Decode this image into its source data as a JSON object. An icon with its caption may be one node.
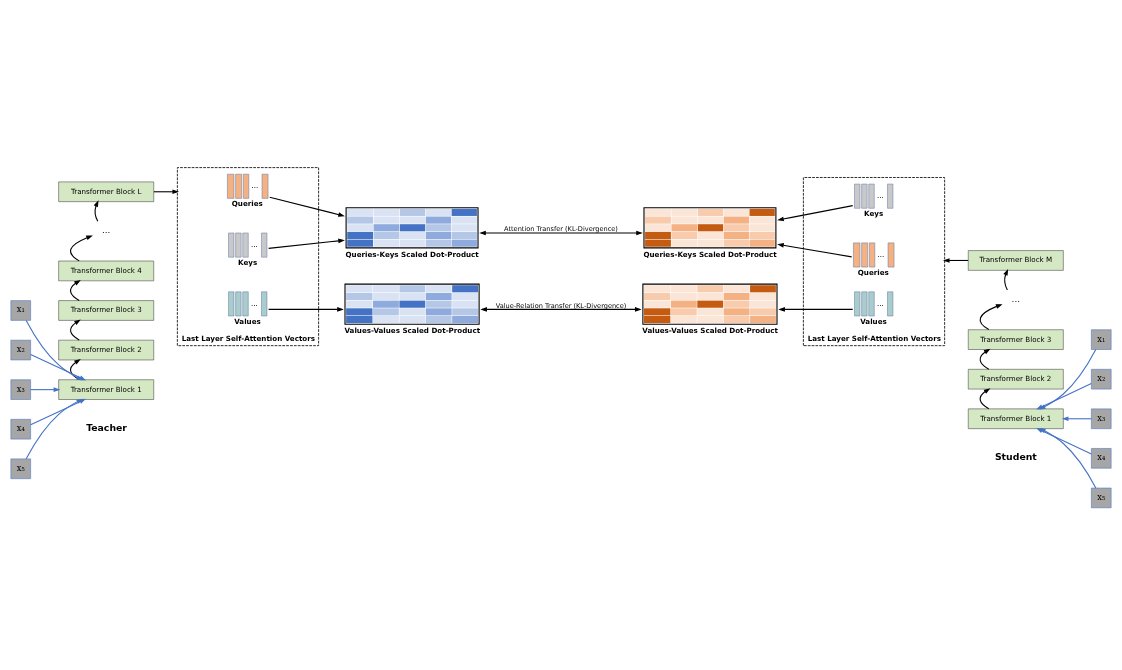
{
  "diagram": {
    "nodes": [
      {
        "text": [
          "Transformer Block L"
        ]
      },
      {
        "text": [
          "..."
        ]
      },
      {
        "text": [
          "Transformer Block 4"
        ]
      },
      {
        "text": [
          "Transformer Block 3"
        ]
      },
      {
        "text": [
          "Transformer Block 2"
        ]
      },
      {
        "text": [
          "Transformer Block 1"
        ]
      },
      {
        "text": [
          "x₁"
        ]
      },
      {
        "text": [
          "x₂"
        ]
      },
      {
        "text": [
          "x₃"
        ]
      },
      {
        "text": [
          "x₄"
        ]
      },
      {
        "text": [
          "x₅"
        ]
      },
      {
        "text": [
          "Last Layer Self-Attention Vectors"
        ]
      },
      {
        "text": [
          "...",
          "Queries"
        ],
        "in": 11
      },
      {
        "text": [
          "...",
          "Keys"
        ],
        "in": 11
      },
      {
        "text": [
          "...",
          "Values"
        ],
        "in": 11
      },
      {
        "text": [
          "Queries-Keys Scaled Dot-Product"
        ]
      },
      {
        "text": [
          "Values-Values Scaled Dot-Product"
        ]
      },
      {
        "text": [
          "Queries-Keys Scaled Dot-Product"
        ]
      },
      {
        "text": [
          "Values-Values Scaled Dot-Product"
        ]
      },
      {
        "text": [
          "Last Layer Self-Attention Vectors"
        ]
      },
      {
        "text": [
          "...",
          "Queries"
        ],
        "in": 19
      },
      {
        "text": [
          "...",
          "Keys"
        ],
        "in": 19
      },
      {
        "text": [
          "...",
          "Values"
        ],
        "in": 19
      },
      {
        "text": [
          "Transformer Block M"
        ]
      },
      {
        "text": [
          "..."
        ]
      },
      {
        "text": [
          "Transformer Block 3"
        ]
      },
      {
        "text": [
          "Transformer Block 2"
        ]
      },
      {
        "text": [
          "Transformer Block 1"
        ]
      },
      {
        "text": [
          "x₁"
        ]
      },
      {
        "text": [
          "x₂"
        ]
      },
      {
        "text": [
          "x₃"
        ]
      },
      {
        "text": [
          "x₄"
        ]
      },
      {
        "text": [
          "x₅"
        ]
      }
    ],
    "edges": [
      {
        "from": 5,
        "to": 4,
        "arrow": "to"
      },
      {
        "from": 4,
        "to": 3,
        "arrow": "to"
      },
      {
        "from": 3,
        "to": 2,
        "arrow": "to"
      },
      {
        "from": 2,
        "to": 1,
        "arrow": "to"
      },
      {
        "from": 1,
        "to": 0,
        "arrow": "to"
      },
      {
        "from": 6,
        "to": 5,
        "arrow": "to",
        "color": "#4472c4"
      },
      {
        "from": 7,
        "to": 5,
        "arrow": "to",
        "color": "#4472c4"
      },
      {
        "from": 8,
        "to": 5,
        "arrow": "to",
        "color": "#4472c4"
      },
      {
        "from": 9,
        "to": 5,
        "arrow": "to",
        "color": "#4472c4"
      },
      {
        "from": 10,
        "to": 5,
        "arrow": "to",
        "color": "#4472c4"
      },
      {
        "from": 0,
        "to": 11,
        "arrow": "to"
      },
      {
        "from": 12,
        "to": 15,
        "arrow": "to"
      },
      {
        "from": 13,
        "to": 15,
        "arrow": "to"
      },
      {
        "from": 14,
        "to": 16,
        "arrow": "to"
      },
      {
        "from": 15,
        "to": 17,
        "arrow": "both",
        "label": "Attention Transfer (KL-Divergence)"
      },
      {
        "from": 16,
        "to": 18,
        "arrow": "both",
        "label": "Value-Relation Transfer (KL-Divergence)"
      },
      {
        "from": 20,
        "to": 17,
        "arrow": "to"
      },
      {
        "from": 21,
        "to": 17,
        "arrow": "to"
      },
      {
        "from": 22,
        "to": 18,
        "arrow": "to"
      },
      {
        "from": 23,
        "to": 19,
        "arrow": "to"
      },
      {
        "from": 27,
        "to": 26,
        "arrow": "to"
      },
      {
        "from": 26,
        "to": 25,
        "arrow": "to"
      },
      {
        "from": 25,
        "to": 24,
        "arrow": "to"
      },
      {
        "from": 24,
        "to": 23,
        "arrow": "to"
      },
      {
        "from": 28,
        "to": 27,
        "arrow": "to",
        "color": "#4472c4"
      },
      {
        "from": 29,
        "to": 27,
        "arrow": "to",
        "color": "#4472c4"
      },
      {
        "from": 30,
        "to": 27,
        "arrow": "to",
        "color": "#4472c4"
      },
      {
        "from": 31,
        "to": 27,
        "arrow": "to",
        "color": "#4472c4"
      },
      {
        "from": 32,
        "to": 27,
        "arrow": "to",
        "color": "#4472c4"
      }
    ],
    "labels": [
      "Teacher",
      "Student"
    ]
  }
}
